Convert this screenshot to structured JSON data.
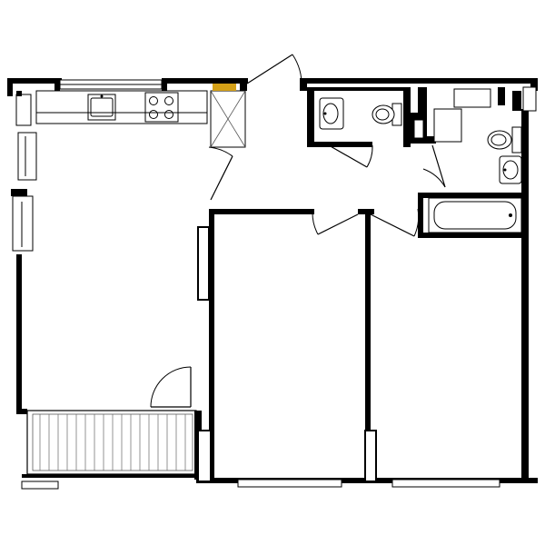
{
  "plan": {
    "colors": {
      "wall": "#000000",
      "background": "#ffffff",
      "accent": "#d4a017"
    },
    "rooms": [
      "kitchen-living-room",
      "bedroom-middle",
      "bedroom-right",
      "hallway",
      "toilet",
      "bathroom",
      "balcony"
    ],
    "fixtures": [
      "kitchen-sink-icon",
      "stove-icon",
      "toilet-icon",
      "washbasin-icon",
      "bathtub-icon",
      "radiator-icon",
      "wardrobe-icon"
    ]
  }
}
